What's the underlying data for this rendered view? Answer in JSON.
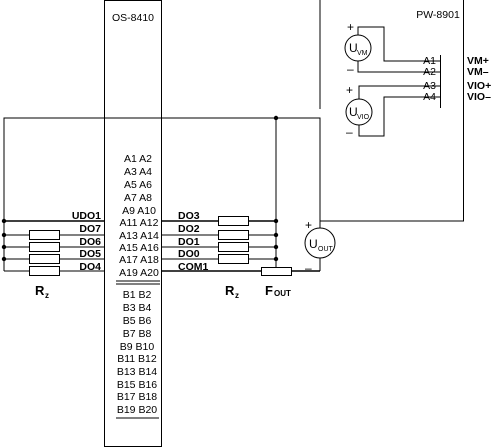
{
  "os": {
    "title": "OS-8410",
    "pins_a": [
      "A1 A2",
      "A3 A4",
      "A5 A6",
      "A7 A8",
      "A9 A10",
      "A11 A12",
      "A13 A14",
      "A15 A16",
      "A17 A18",
      "A19 A20"
    ],
    "pins_b": [
      "B1 B2",
      "B3 B4",
      "B5 B6",
      "B7 B8",
      "B9 B10",
      "B11 B12",
      "B13 B14",
      "B15 B16",
      "B17 B18",
      "B19 B20"
    ],
    "left_signals": [
      "UDO1",
      "DO7",
      "DO6",
      "DO5",
      "DO4"
    ],
    "right_signals": [
      "DO3",
      "DO2",
      "DO1",
      "DO0",
      "COM1"
    ]
  },
  "pw": {
    "title": "PW-8901",
    "pins": [
      "A1",
      "A2",
      "A3",
      "A4"
    ],
    "signals": [
      "VM+",
      "VM–",
      "VIO+",
      "VIO–"
    ]
  },
  "sources": {
    "vm": {
      "main": "U",
      "sub": "VM",
      "plus": "+",
      "minus": "–"
    },
    "vio": {
      "main": "U",
      "sub": "VIO",
      "plus": "+",
      "minus": "–"
    },
    "out": {
      "main": "U",
      "sub": "OUT",
      "plus": "+",
      "minus": "–"
    }
  },
  "labels": {
    "rz_left": {
      "main": "R",
      "sub": "z"
    },
    "rz_right": {
      "main": "R",
      "sub": "z"
    },
    "fuse": {
      "main": "F",
      "sub": "OUT"
    }
  }
}
